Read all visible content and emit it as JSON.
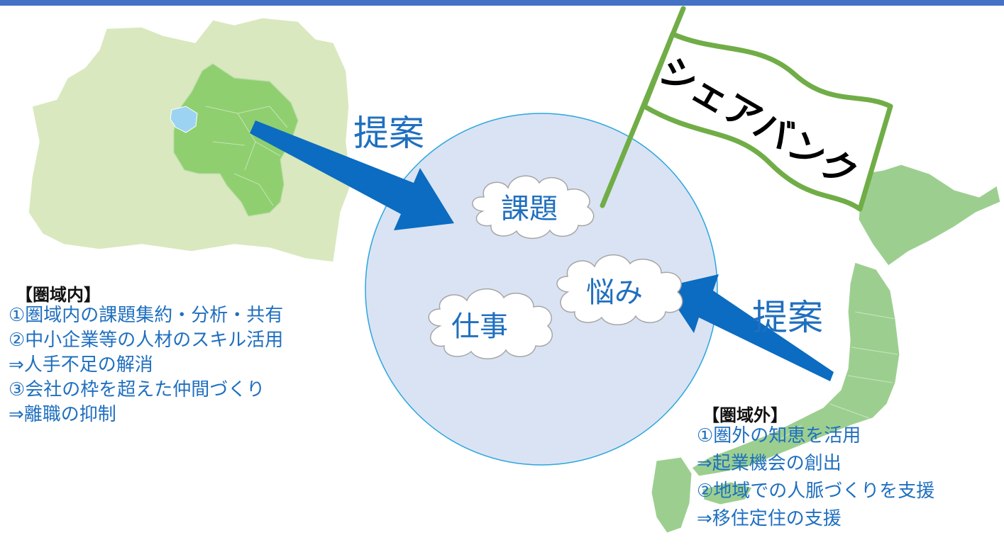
{
  "diagram": {
    "proposal_left": "提案",
    "proposal_right": "提案",
    "flag_text": "シェアバンク",
    "clouds": {
      "issues": "課題",
      "worries": "悩み",
      "work": "仕事"
    },
    "inner_region": {
      "heading": "【圏域内】",
      "lines": [
        "①圏域内の課題集約・分析・共有",
        "②中小企業等の人材のスキル活用",
        "⇒人手不足の解消",
        "③会社の枠を超えた仲間づくり",
        "⇒離職の抑制"
      ]
    },
    "outer_region": {
      "heading": "【圏域外】",
      "lines": [
        "①圏外の知恵を活用",
        "⇒起業機会の創出",
        "②地域での人脈づくりを支援",
        "⇒移住定住の支援"
      ]
    },
    "colors": {
      "accent_blue": "#1f6fbf",
      "arrow_blue": "#0b6cc1",
      "circle_fill": "#dae3f3",
      "flag_green": "#70ad47",
      "map_light_green": "#d9e8be",
      "map_mid_green": "#8fcf6f",
      "japan_green": "#9ccf8f",
      "lake_blue": "#9dd3f2",
      "topbar": "#4472c4"
    }
  }
}
